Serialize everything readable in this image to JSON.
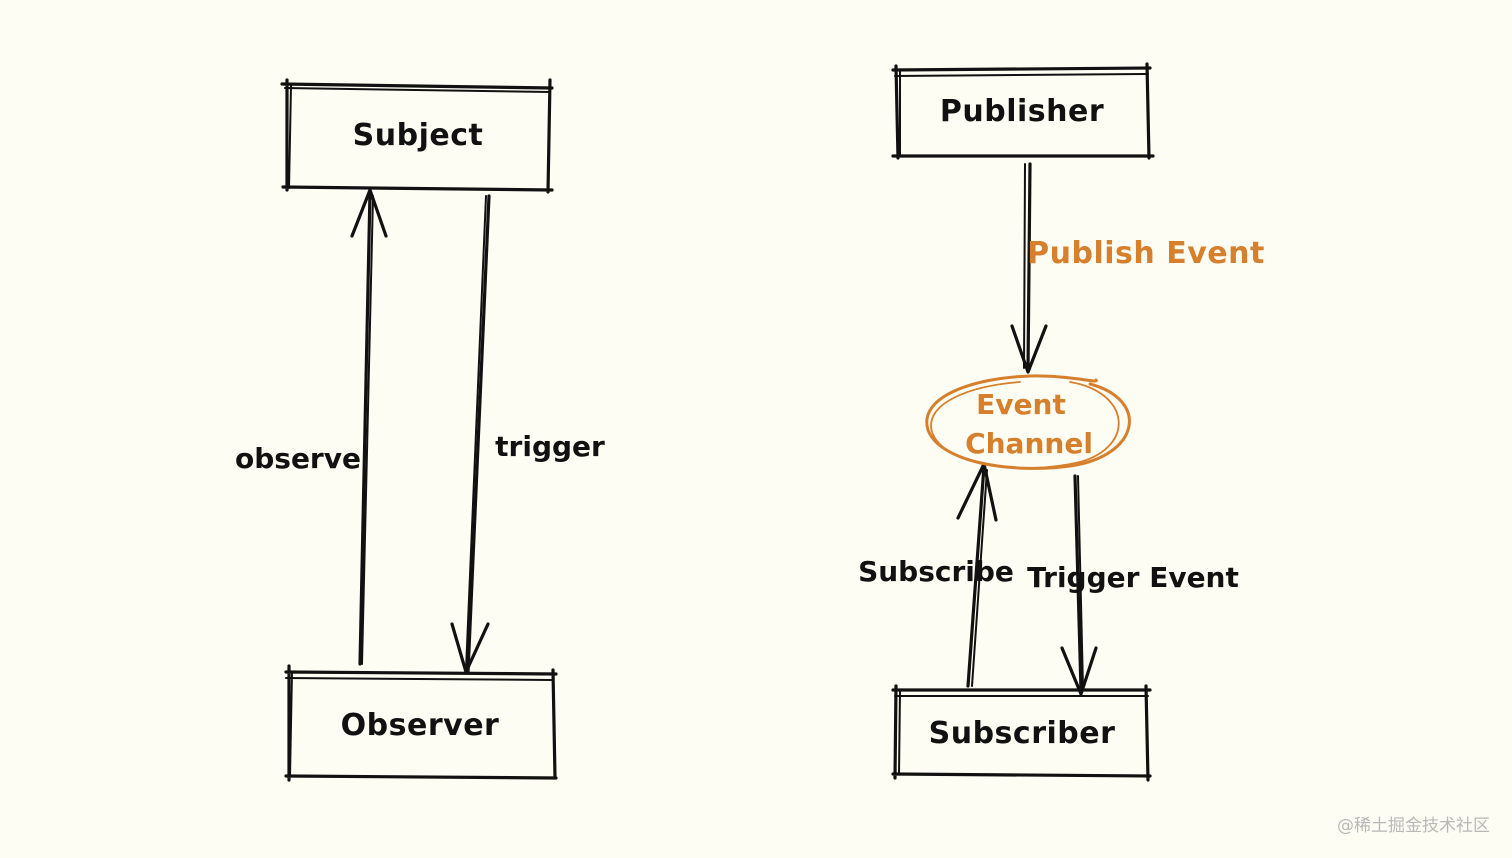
{
  "colors": {
    "ink": "#111111",
    "accent": "#d67f2c",
    "background": "#fdfdf3",
    "watermark": "#b8b8b8"
  },
  "observer_pattern": {
    "subject_label": "Subject",
    "observer_label": "Observer",
    "observe_label": "observe",
    "trigger_label": "trigger"
  },
  "pubsub_pattern": {
    "publisher_label": "Publisher",
    "publish_event_label": "Publish Event",
    "event_channel_line1": "Event",
    "event_channel_line2": "Channel",
    "subscribe_label": "Subscribe",
    "trigger_event_label": "Trigger Event",
    "subscriber_label": "Subscriber"
  },
  "watermark": "@稀土掘金技术社区"
}
